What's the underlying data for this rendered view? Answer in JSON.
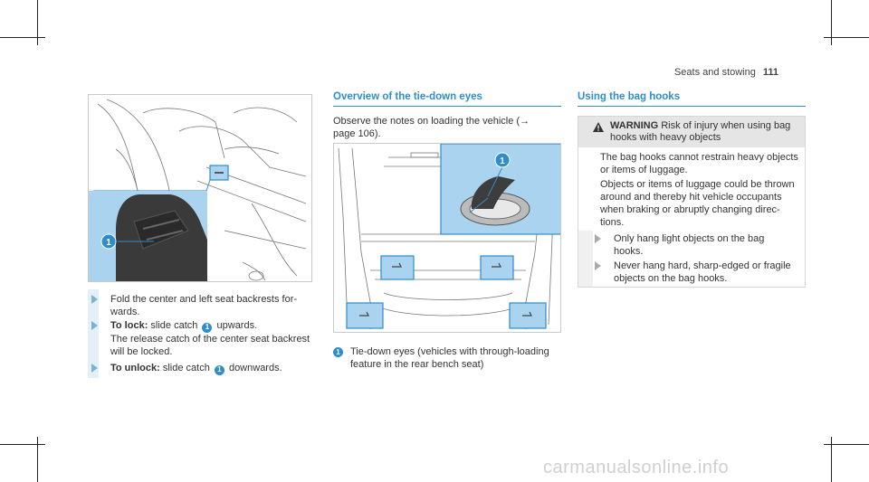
{
  "header": {
    "section": "Seats and stowing",
    "page": "111"
  },
  "left": {
    "callout": "1",
    "steps": [
      {
        "text": "Fold the center and left seat backrests for-wards."
      },
      {
        "bold": "To lock:",
        "text": " slide catch ",
        "num": "1",
        "tail": " upwards.",
        "extra": "The release catch of the center seat backrest will be locked."
      },
      {
        "bold": "To unlock:",
        "text": " slide catch ",
        "num": "1",
        "tail": " downwards."
      }
    ]
  },
  "middle": {
    "title": "Overview of the tie-down eyes",
    "intro": "Observe the notes on loading the vehicle (→ page 106).",
    "callout": "1",
    "caption_num": "1",
    "caption": "Tie-down eyes (vehicles with through-loading feature in the rear bench seat)"
  },
  "right": {
    "title": "Using the bag hooks",
    "warning": {
      "label": "WARNING",
      "text": " Risk of injury when using bag hooks with heavy objects",
      "p1": "The bag hooks cannot restrain heavy objects or items of luggage.",
      "p2": "Objects or items of luggage could be thrown around and thereby hit vehicle occupants when braking or abruptly changing direc-tions.",
      "s1": "Only hang light objects on the bag hooks.",
      "s2": "Never hang hard, sharp-edged or fragile objects on the bag hooks."
    }
  },
  "watermark": "carmanualsonline.info",
  "colors": {
    "accent": "#2f8dc9",
    "light_blue": "#a9d3ee",
    "bar": "#e4eff7"
  }
}
